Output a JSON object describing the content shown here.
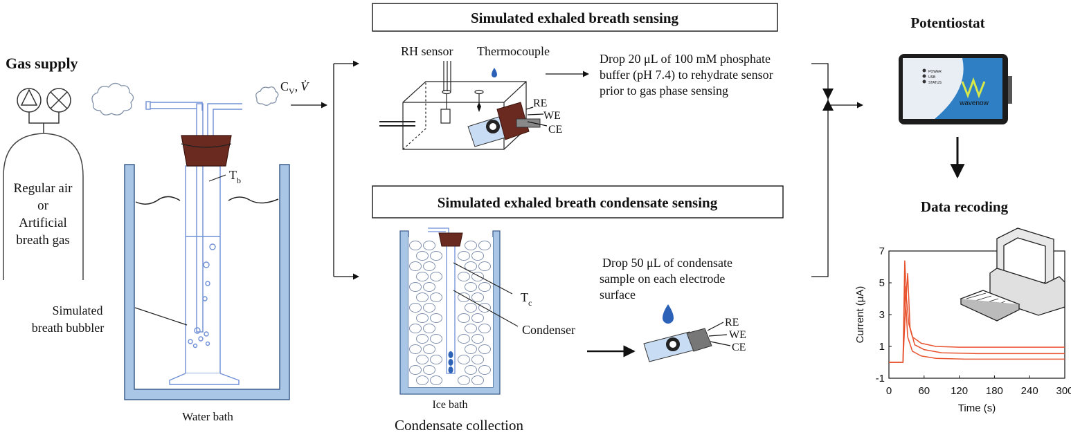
{
  "labels": {
    "gas_supply": "Gas supply",
    "regular_air": "Regular air",
    "or": "or",
    "artificial_1": "Artificial",
    "artificial_2": "breath gas",
    "bubbler_1": "Simulated",
    "bubbler_2": "breath bubbler",
    "water_bath": "Water bath",
    "tb": "T",
    "tb_sub": "b",
    "cv": "C",
    "cv_sub": "V",
    "cv_comma": ",",
    "vdot": "V̇",
    "breath_title": "Simulated exhaled breath sensing",
    "rh_sensor": "RH sensor",
    "thermocouple": "Thermocouple",
    "re": "RE",
    "we": "WE",
    "ce": "CE",
    "drop20_1": "Drop 20 μL of 100 mM  phosphate",
    "drop20_2": "buffer (pH 7.4) to rehydrate sensor",
    "drop20_3": "prior to gas phase sensing",
    "condensate_title": "Simulated exhaled breath condensate sensing",
    "tc": "T",
    "tc_sub": "c",
    "condenser": "Condenser",
    "ice_bath": "Ice bath",
    "condensate_collection": "Condensate collection",
    "drop50_1": "Drop 50 μL of condensate",
    "drop50_2": "sample on each electrode",
    "drop50_3": "surface",
    "potentiostat": "Potentiostat",
    "device_power": "POWER",
    "device_usb": "USB",
    "device_status": "STATUS",
    "device_brand": "wavenow",
    "data_recording": "Data recoding"
  },
  "colors": {
    "bath_fill": "#a9c6e6",
    "bath_stroke": "#3d5f8e",
    "tube": "#6f8fd6",
    "stopper": "#6b2a20",
    "drop": "#2b62b8",
    "trace": "#e8532f",
    "device": "#2f7fc4"
  },
  "chart_data": {
    "type": "line",
    "xlabel": "Time (s)",
    "ylabel": "Current (μA)",
    "xlim": [
      0,
      300
    ],
    "ylim": [
      -1,
      7
    ],
    "xticks": [
      0,
      60,
      120,
      180,
      240,
      300
    ],
    "yticks": [
      -1,
      1,
      3,
      5,
      7
    ],
    "series": [
      {
        "x": [
          0,
          24,
          27,
          30,
          34,
          40,
          55,
          80,
          120,
          200,
          300
        ],
        "values": [
          0,
          0,
          6.4,
          4.0,
          2.4,
          1.6,
          1.2,
          1.0,
          0.95,
          0.95,
          0.95
        ]
      },
      {
        "x": [
          0,
          24,
          28,
          32,
          36,
          44,
          60,
          90,
          150,
          300
        ],
        "values": [
          0,
          0,
          3.2,
          5.6,
          2.2,
          1.1,
          0.8,
          0.6,
          0.55,
          0.55
        ]
      },
      {
        "x": [
          0,
          24,
          27,
          32,
          40,
          55,
          80,
          130,
          300
        ],
        "values": [
          0,
          0,
          4.8,
          1.6,
          0.7,
          0.4,
          0.25,
          0.2,
          0.2
        ]
      }
    ]
  }
}
